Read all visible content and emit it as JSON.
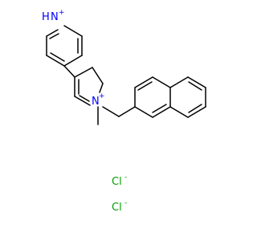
{
  "molecule": {
    "atoms": {
      "n_pyridinium_top": {
        "label": "N",
        "superscript": "+",
        "prefix": "H",
        "color": "#0000ff"
      },
      "n_dihydropyridinium": {
        "label": "N",
        "superscript": "+",
        "color": "#0000ff"
      },
      "cl_1": {
        "label": "Cl",
        "superscript": "-",
        "color": "#00a000"
      },
      "cl_2": {
        "label": "Cl",
        "superscript": "-",
        "color": "#00a000"
      }
    }
  }
}
